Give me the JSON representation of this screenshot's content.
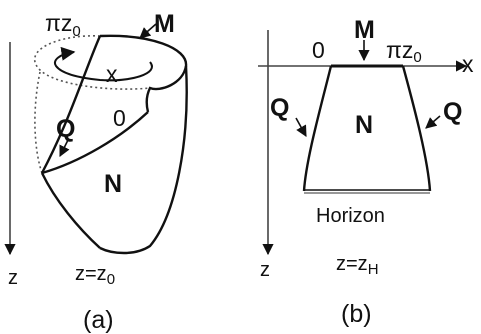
{
  "figure": {
    "panel_a": {
      "caption": "(a)",
      "label_pi": "πz",
      "label_pi_sub": "0",
      "label_M": "M",
      "label_x": "x",
      "label_zero": "0",
      "label_Q": "Q",
      "label_N": "N",
      "label_z_axis": "z",
      "label_z_eq": "z=z",
      "label_z_eq_sub": "0"
    },
    "panel_b": {
      "caption": "(b)",
      "label_M": "M",
      "label_zero": "0",
      "label_pi": "πz",
      "label_pi_sub": "0",
      "label_x_axis": "x",
      "label_Q_left": "Q",
      "label_Q_right": "Q",
      "label_N": "N",
      "label_horizon": "Horizon",
      "label_z_axis": "z",
      "label_z_eq": "z=z",
      "label_z_eq_sub": "H"
    }
  }
}
